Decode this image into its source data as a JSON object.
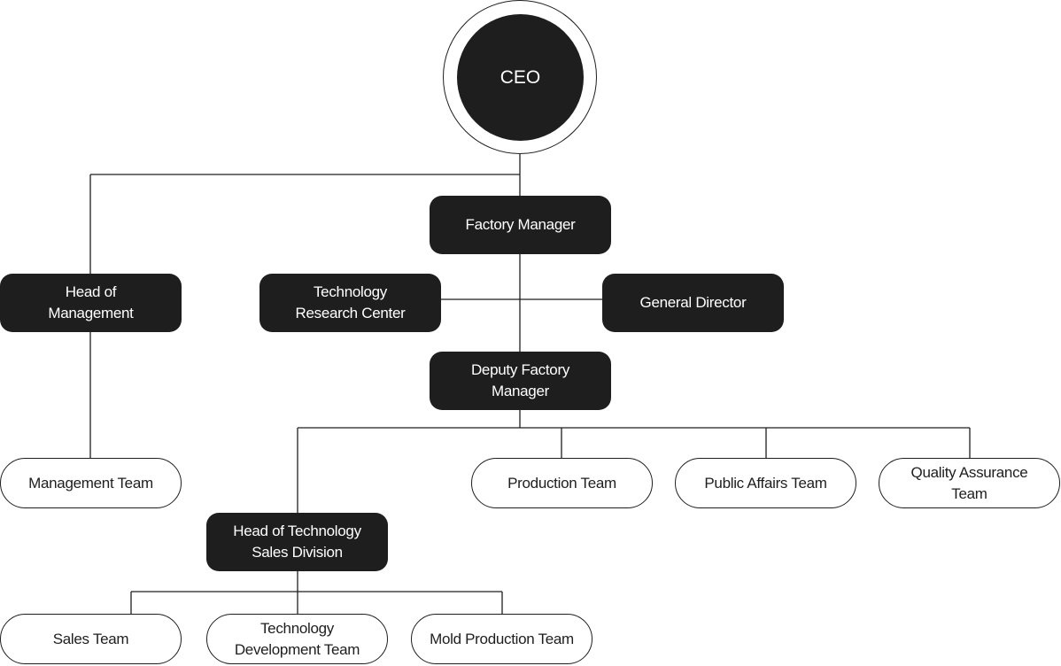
{
  "chart": {
    "ceo": "CEO",
    "factory_manager": "Factory Manager",
    "head_of_management": "Head of\nManagement",
    "technology_research_center": "Technology\nResearch Center",
    "general_director": "General Director",
    "deputy_factory_manager": "Deputy Factory\nManager",
    "management_team": "Management Team",
    "production_team": "Production Team",
    "public_affairs_team": "Public Affairs Team",
    "quality_assurance_team": "Quality Assurance\nTeam",
    "head_of_technology_sales": "Head of Technology\nSales Division",
    "sales_team": "Sales Team",
    "technology_development_team": "Technology\nDevelopment Team",
    "mold_production_team": "Mold Production Team"
  },
  "colors": {
    "dark_node": "#1e1e1e",
    "light_node": "#ffffff",
    "line": "#1e1e1e"
  }
}
